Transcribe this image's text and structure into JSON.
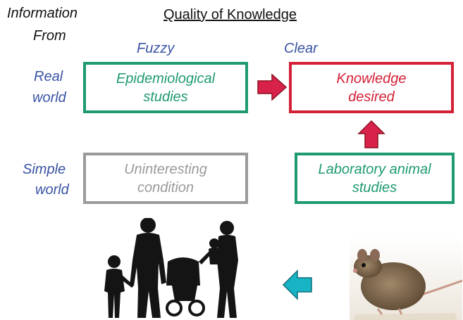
{
  "header": {
    "info_from_line1": "Information",
    "info_from_line2": "From",
    "quality_title": "Quality of Knowledge"
  },
  "columns": {
    "fuzzy": "Fuzzy",
    "clear": "Clear"
  },
  "rows": {
    "real_line1": "Real",
    "real_line2": "world",
    "simple_line1": "Simple",
    "simple_line2": "world"
  },
  "boxes": {
    "epidemiological": {
      "line1": "Epidemiological",
      "line2": "studies"
    },
    "knowledge": {
      "line1": "Knowledge",
      "line2": "desired"
    },
    "uninteresting": {
      "line1": "Uninteresting",
      "line2": "condition"
    },
    "laboratory": {
      "line1": "Laboratory animal",
      "line2": "studies"
    }
  },
  "colors": {
    "label_blue": "#3a53a4",
    "green": "#1e9a72",
    "red": "#d42036",
    "grey": "#9a9a9a",
    "cyan_arrow": "#18b4c6",
    "pink_arrow": "#d8224a"
  },
  "icons": {
    "family": "family-silhouette-icon",
    "rat": "rat-photo-icon"
  }
}
